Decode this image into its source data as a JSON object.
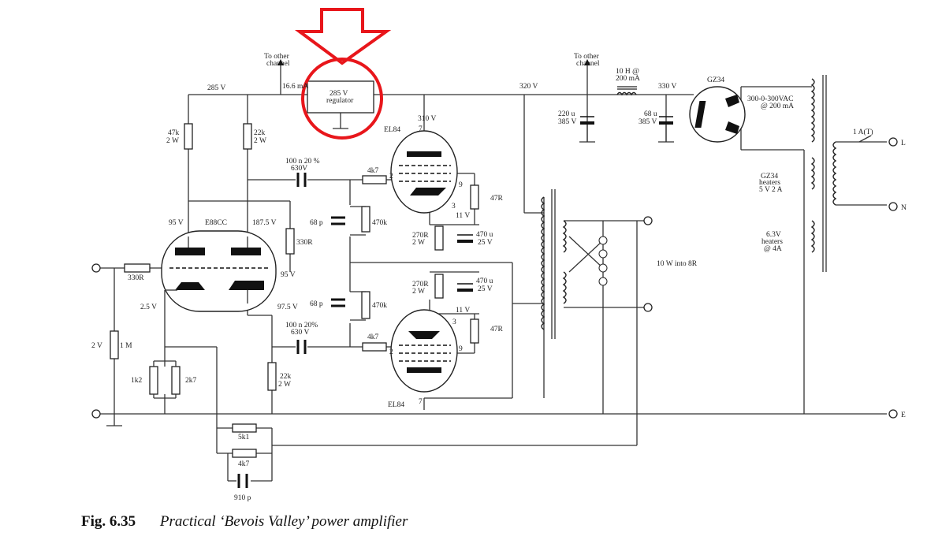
{
  "caption": {
    "number": "Fig. 6.35",
    "title": "Practical ‘Bevois Valley’ power amplifier"
  },
  "colors": {
    "annotation": "#e8161b",
    "ink": "#222222"
  },
  "labels": {
    "to_other_channel_1": "To other",
    "to_other_channel_1b": "channel",
    "current_16_6": "16.6 mA",
    "v285": "285 V",
    "v285reg_1": "285 V",
    "v285reg_2": "regulator",
    "v320": "320 V",
    "to_other_channel_2": "To other",
    "to_other_channel_2b": "channel",
    "choke_1": "10 H @",
    "choke_2": "200 mA",
    "v330": "330 V",
    "gz34": "GZ34",
    "mains_1": "300-0-300VAC",
    "mains_2": "@ 200 mA",
    "fuse": "1 A(T)",
    "L": "L",
    "N": "N",
    "E": "E",
    "gz34_heaters_1": "GZ34",
    "gz34_heaters_2": "heaters",
    "gz34_heaters_3": "5 V 2 A",
    "heaters_1": "6.3V",
    "heaters_2": "heaters",
    "heaters_3": "@ 4A",
    "c220_1": "220 u",
    "c220_2": "385 V",
    "c68_1": "68 u",
    "c68_2": "385 V",
    "r47k_1": "47k",
    "r47k_2": "2 W",
    "r22k_1": "22k",
    "r22k_2": "2 W",
    "cc100_1": "100 n 20 %",
    "cc100_2": "630V",
    "r4k7_top": "4k7",
    "el84_top": "EL84",
    "v310": "310 V",
    "pin7_top": "7",
    "pin2_top": "2",
    "pin9_top": "9",
    "pin3_top": "3",
    "v11_top": "11 V",
    "r47R_top": "47R",
    "v95_left": "95 V",
    "e88cc": "E88CC",
    "v187_5": "187.5 V",
    "c68p_top": "68 p",
    "r470k_top": "470k",
    "r330R_mid": "330R",
    "r270R_top_1": "270R",
    "r270R_top_2": "2 W",
    "c470u_top_1": "470 u",
    "c470u_top_2": "25 V",
    "output": "10 W into 8R",
    "r330R_in": "330R",
    "v95_mid": "95 V",
    "r270R_bot_1": "270R",
    "r270R_bot_2": "2 W",
    "c470u_bot_1": "470 u",
    "c470u_bot_2": "25 V",
    "v2_5": "2.5 V",
    "v97_5": "97.5 V",
    "c68p_bot": "68 p",
    "r470k_bot": "470k",
    "v11_bot": "11 V",
    "pin3_bot": "3",
    "r47R_bot": "47R",
    "cc100b_1": "100 n 20%",
    "cc100b_2": "630 V",
    "r4k7_bot": "4k7",
    "pin9_bot": "9",
    "pin2_bot": "2",
    "v2": "2 V",
    "r1M": "1 M",
    "r1k2": "1k2",
    "r2k7": "2k7",
    "r22k_bot_1": "22k",
    "r22k_bot_2": "2 W",
    "el84_bot": "EL84",
    "pin7_bot": "7",
    "r5k1": "5k1",
    "r4k7_fb": "4k7",
    "c910p": "910 p"
  }
}
